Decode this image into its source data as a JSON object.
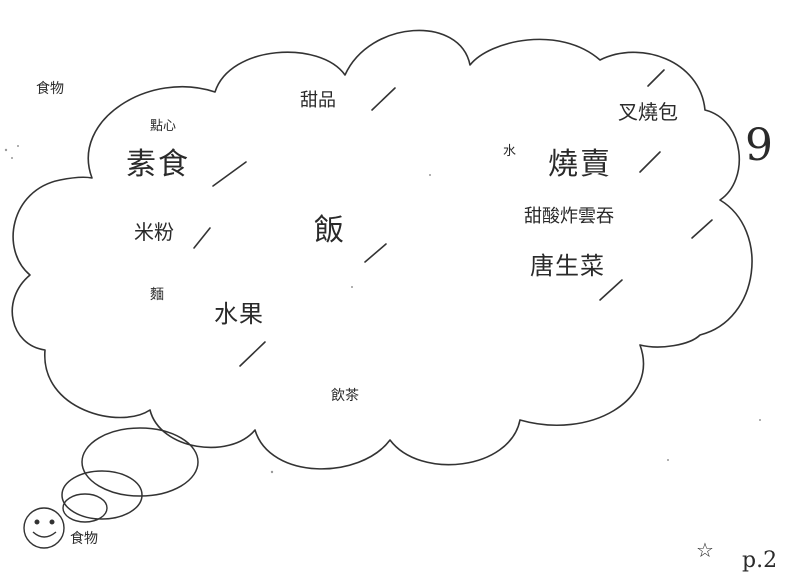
{
  "labels": {
    "food_top": "食物",
    "dim_sum": "點心",
    "vegetarian": "素食",
    "rice_noodles": "米粉",
    "noodles": "麵",
    "fruit": "水果",
    "desserts": "甜品",
    "rice": "飯",
    "water": "水",
    "yum_cha": "飲茶",
    "char_siu_bao": "叉燒包",
    "char_siu": "燒賣",
    "sweet_sour_wonton": "甜酸炸雲吞",
    "lettuce": "唐生菜",
    "food_bottom": "食物"
  },
  "margin": {
    "score": "9",
    "page": "p.2",
    "star": "☆"
  },
  "colors": {
    "ink": "#2a2a2a",
    "pencil": "#333333",
    "paper": "#ffffff"
  }
}
